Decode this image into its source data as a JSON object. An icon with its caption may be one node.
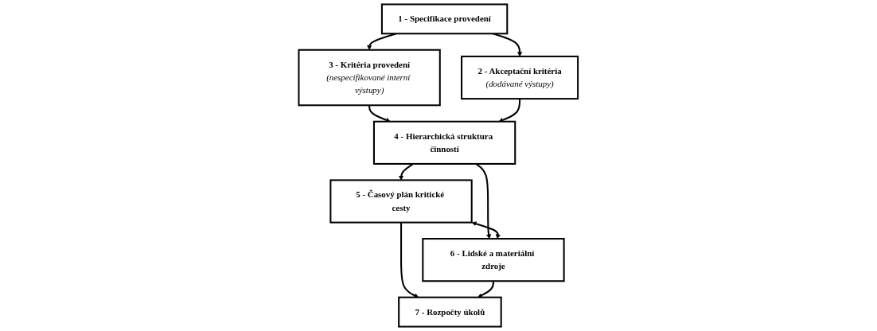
{
  "diagram": {
    "nodes": [
      {
        "text": [
          "1 - Specifikace provedení"
        ]
      },
      {
        "text": [
          "3 - Kritéria provedení",
          "(nespecifikované interní výstupy)"
        ]
      },
      {
        "text": [
          "2 - Akceptační kritéria",
          "(dodávané výstupy)"
        ]
      },
      {
        "text": [
          "4 - Hierarchická struktura činností"
        ]
      },
      {
        "text": [
          "5 - Časový plán kritické cesty"
        ]
      },
      {
        "text": [
          "6 - Lidské a materiální zdroje"
        ]
      },
      {
        "text": [
          "7 - Rozpočty úkolů"
        ]
      }
    ],
    "edges": [
      {
        "from": 0,
        "to": 1,
        "arrow": "to"
      },
      {
        "from": 0,
        "to": 2,
        "arrow": "to"
      },
      {
        "from": 1,
        "to": 3,
        "arrow": "to"
      },
      {
        "from": 2,
        "to": 3,
        "arrow": "to"
      },
      {
        "from": 3,
        "to": 4,
        "arrow": "to"
      },
      {
        "from": 3,
        "to": 5,
        "arrow": "to"
      },
      {
        "from": 4,
        "to": 5,
        "arrow": "both"
      },
      {
        "from": 4,
        "to": 6,
        "arrow": "to"
      },
      {
        "from": 5,
        "to": 6,
        "arrow": "to"
      }
    ]
  }
}
